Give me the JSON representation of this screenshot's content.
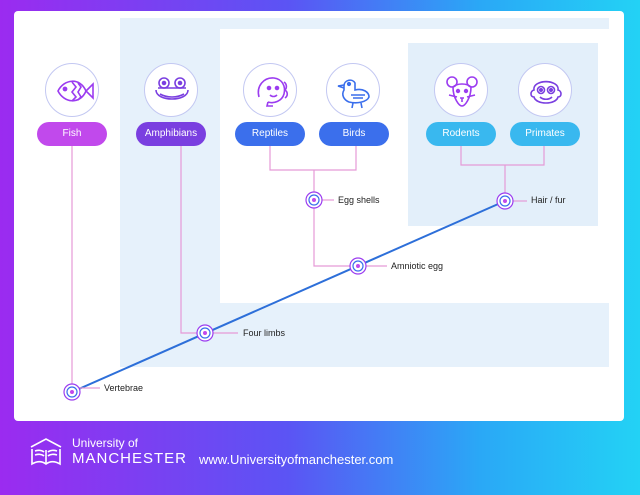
{
  "groups": [
    {
      "id": "fish",
      "label": "Fish",
      "icon": "fish-icon",
      "color": "#c149ec"
    },
    {
      "id": "amphibians",
      "label": "Amphibians",
      "icon": "frog-icon",
      "color": "#7a3fe0"
    },
    {
      "id": "reptiles",
      "label": "Reptiles",
      "icon": "lizard-icon",
      "color": "#3b6fec"
    },
    {
      "id": "birds",
      "label": "Birds",
      "icon": "bird-icon",
      "color": "#3b6fec"
    },
    {
      "id": "rodents",
      "label": "Rodents",
      "icon": "mouse-icon",
      "color": "#39b8ef"
    },
    {
      "id": "primates",
      "label": "Primates",
      "icon": "monkey-icon",
      "color": "#39b8ef"
    }
  ],
  "traits": [
    {
      "id": "vertebrae",
      "label": "Vertebrae"
    },
    {
      "id": "four-limbs",
      "label": "Four limbs"
    },
    {
      "id": "amniotic-egg",
      "label": "Amniotic egg"
    },
    {
      "id": "egg-shells",
      "label": "Egg shells"
    },
    {
      "id": "hair-fur",
      "label": "Hair / fur"
    }
  ],
  "colors": {
    "connector": "#e59ad7",
    "trunk": "#2d6fd9",
    "icon_stroke": "#9b3cf0",
    "zone_light": "#e6f1fb"
  },
  "footer": {
    "logo_icon": "open-book-icon",
    "university_line1": "University of",
    "university_line2": "MANCHESTER",
    "url": "www.Universityofmanchester.com"
  }
}
